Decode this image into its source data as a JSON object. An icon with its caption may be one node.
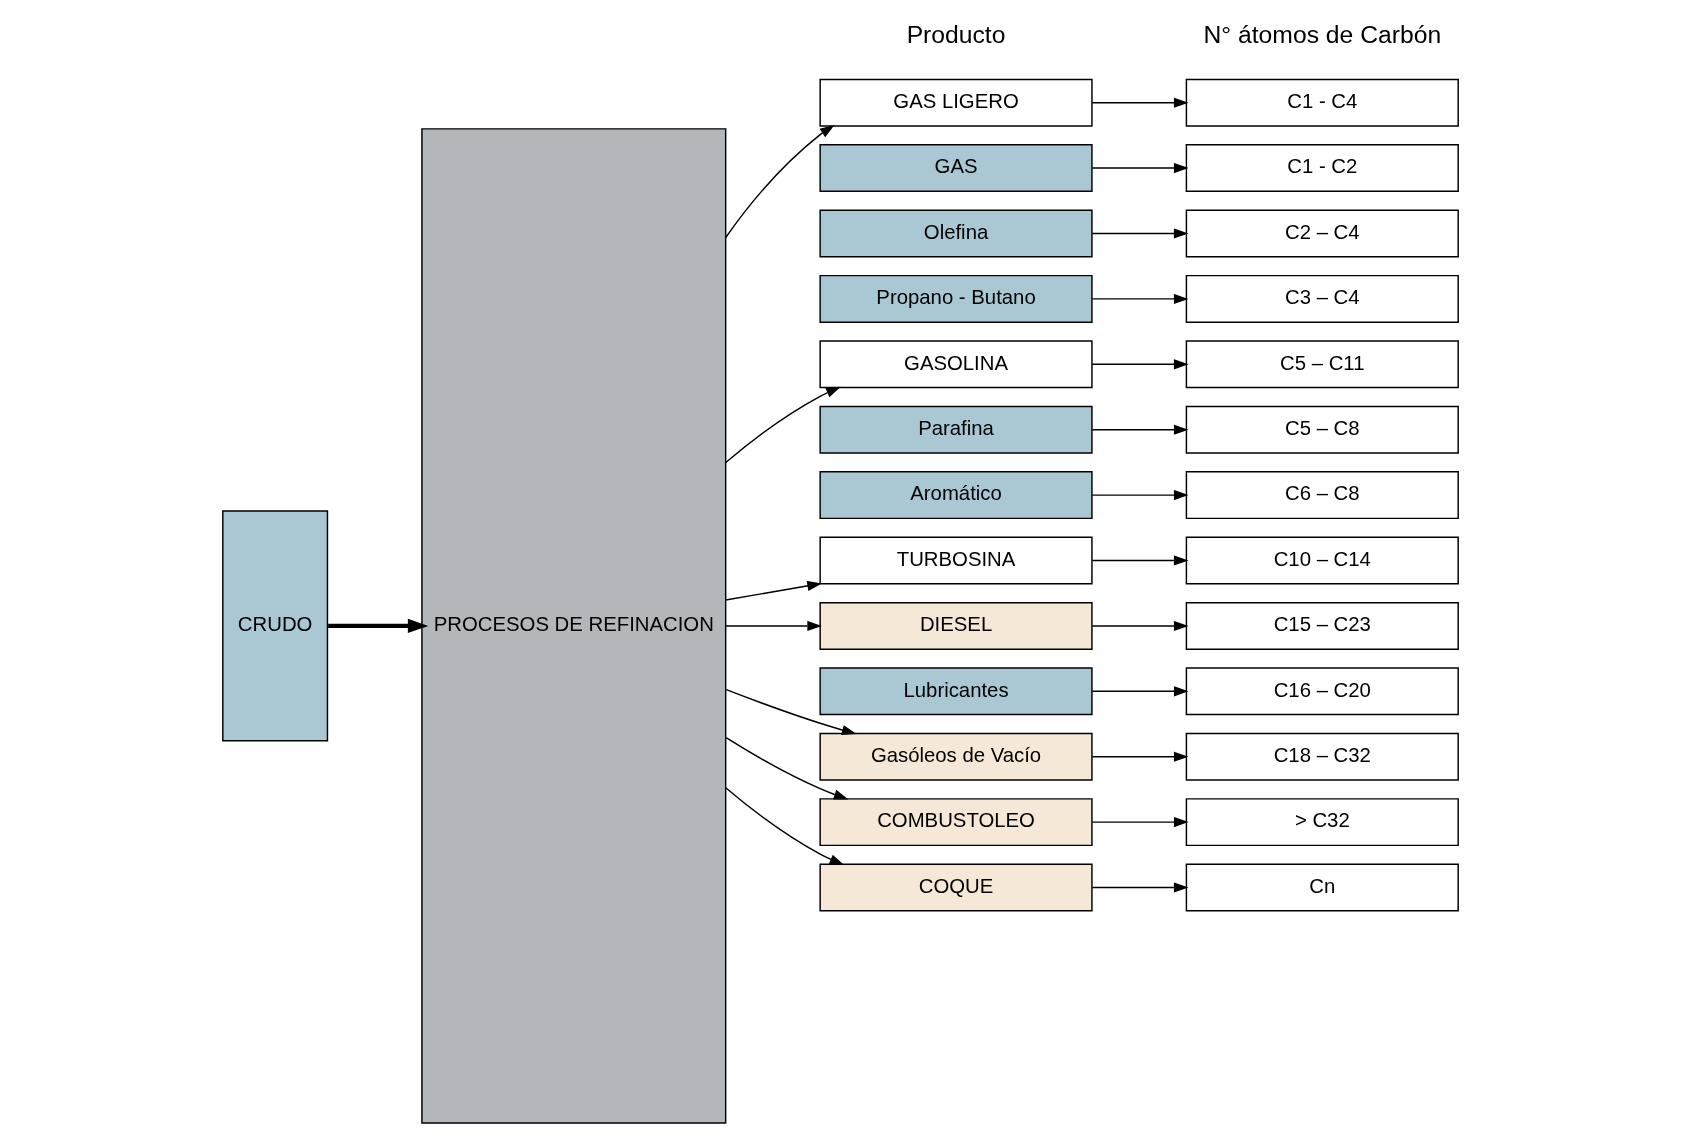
{
  "diagram": {
    "nodes": [
      {
        "text": [
          "CRUDO"
        ]
      },
      {
        "text": [
          "PROCESOS DE REFINACION"
        ]
      },
      {
        "text": [
          "GAS LIGERO"
        ]
      },
      {
        "text": [
          "GAS"
        ]
      },
      {
        "text": [
          "Olefina"
        ]
      },
      {
        "text": [
          "Propano - Butano"
        ]
      },
      {
        "text": [
          "GASOLINA"
        ]
      },
      {
        "text": [
          "Parafina"
        ]
      },
      {
        "text": [
          "Aromático"
        ]
      },
      {
        "text": [
          "TURBOSINA"
        ]
      },
      {
        "text": [
          "DIESEL"
        ]
      },
      {
        "text": [
          "Lubricantes"
        ]
      },
      {
        "text": [
          "Gasóleos de Vacío"
        ]
      },
      {
        "text": [
          "COMBUSTOLEO"
        ]
      },
      {
        "text": [
          "COQUE"
        ]
      },
      {
        "text": [
          "C1 - C4"
        ]
      },
      {
        "text": [
          "C1 - C2"
        ]
      },
      {
        "text": [
          "C2 – C4"
        ]
      },
      {
        "text": [
          "C3 – C4"
        ]
      },
      {
        "text": [
          "C5 – C11"
        ]
      },
      {
        "text": [
          "C5 – C8"
        ]
      },
      {
        "text": [
          "C6 – C8"
        ]
      },
      {
        "text": [
          "C10 – C14"
        ]
      },
      {
        "text": [
          "C15 – C23"
        ]
      },
      {
        "text": [
          "C16 – C20"
        ]
      },
      {
        "text": [
          "C18 – C32"
        ]
      },
      {
        "text": [
          "> C32"
        ]
      },
      {
        "text": [
          "Cn"
        ]
      }
    ],
    "edges": [
      {
        "from": 0,
        "to": 1,
        "arrow": "to",
        "style": "thick"
      },
      {
        "from": 1,
        "to": 2,
        "arrow": "to"
      },
      {
        "from": 1,
        "to": 6,
        "arrow": "to"
      },
      {
        "from": 1,
        "to": 9,
        "arrow": "to"
      },
      {
        "from": 1,
        "to": 10,
        "arrow": "to"
      },
      {
        "from": 1,
        "to": 12,
        "arrow": "to"
      },
      {
        "from": 1,
        "to": 13,
        "arrow": "to"
      },
      {
        "from": 1,
        "to": 14,
        "arrow": "to"
      },
      {
        "from": 2,
        "to": 15,
        "arrow": "to"
      },
      {
        "from": 3,
        "to": 16,
        "arrow": "to"
      },
      {
        "from": 4,
        "to": 17,
        "arrow": "to"
      },
      {
        "from": 5,
        "to": 18,
        "arrow": "to"
      },
      {
        "from": 6,
        "to": 19,
        "arrow": "to"
      },
      {
        "from": 7,
        "to": 20,
        "arrow": "to"
      },
      {
        "from": 8,
        "to": 21,
        "arrow": "to"
      },
      {
        "from": 9,
        "to": 22,
        "arrow": "to"
      },
      {
        "from": 10,
        "to": 23,
        "arrow": "to"
      },
      {
        "from": 11,
        "to": 24,
        "arrow": "to"
      },
      {
        "from": 12,
        "to": 25,
        "arrow": "to"
      },
      {
        "from": 13,
        "to": 26,
        "arrow": "to"
      },
      {
        "from": 14,
        "to": 27,
        "arrow": "to"
      }
    ],
    "labels": [
      "Producto",
      "N° átomos de Carbón"
    ]
  }
}
